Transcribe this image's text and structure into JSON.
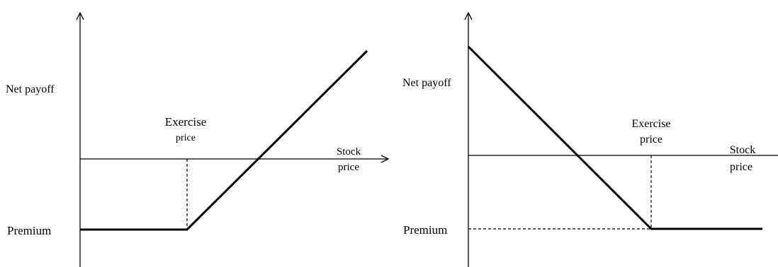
{
  "diagrams": [
    {
      "id": "call",
      "y_axis_label": "Net payoff",
      "x_axis_label_line1": "Stock",
      "x_axis_label_line2": "price",
      "strike_label_line1": "Exercise",
      "strike_label_line2": "price",
      "premium_label": "Premium"
    },
    {
      "id": "put",
      "y_axis_label": "Net payoff",
      "x_axis_label_line1": "Stock",
      "x_axis_label_line2": "price",
      "strike_label_line1": "Exercise",
      "strike_label_line2": "price",
      "premium_label": "Premium"
    }
  ]
}
